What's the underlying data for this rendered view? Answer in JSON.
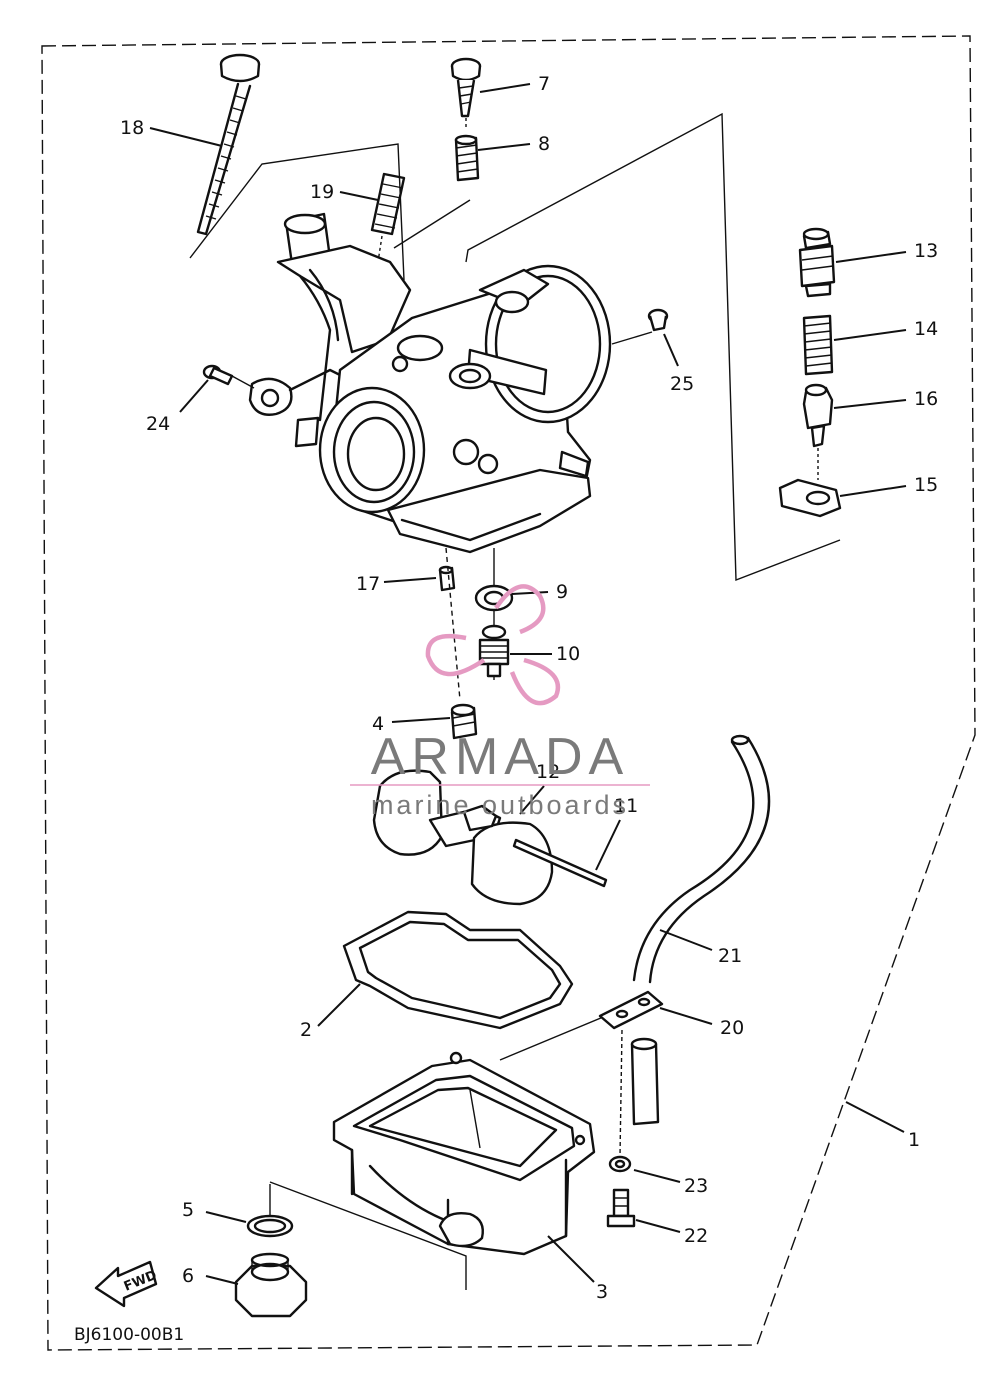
{
  "diagram": {
    "part_code": "BJ6100-00B1",
    "fwd_label": "FWD",
    "callouts": [
      "1",
      "2",
      "3",
      "4",
      "5",
      "6",
      "7",
      "8",
      "9",
      "10",
      "11",
      "12",
      "13",
      "14",
      "15",
      "16",
      "17",
      "18",
      "19",
      "20",
      "21",
      "22",
      "23",
      "24",
      "25"
    ]
  },
  "watermark": {
    "brand": "ARMADA",
    "tagline": "marine outboards",
    "brand_color": "#7a7a7a",
    "logo_color": "#e59ac2"
  },
  "colors": {
    "line": "#111111",
    "background": "#ffffff"
  }
}
